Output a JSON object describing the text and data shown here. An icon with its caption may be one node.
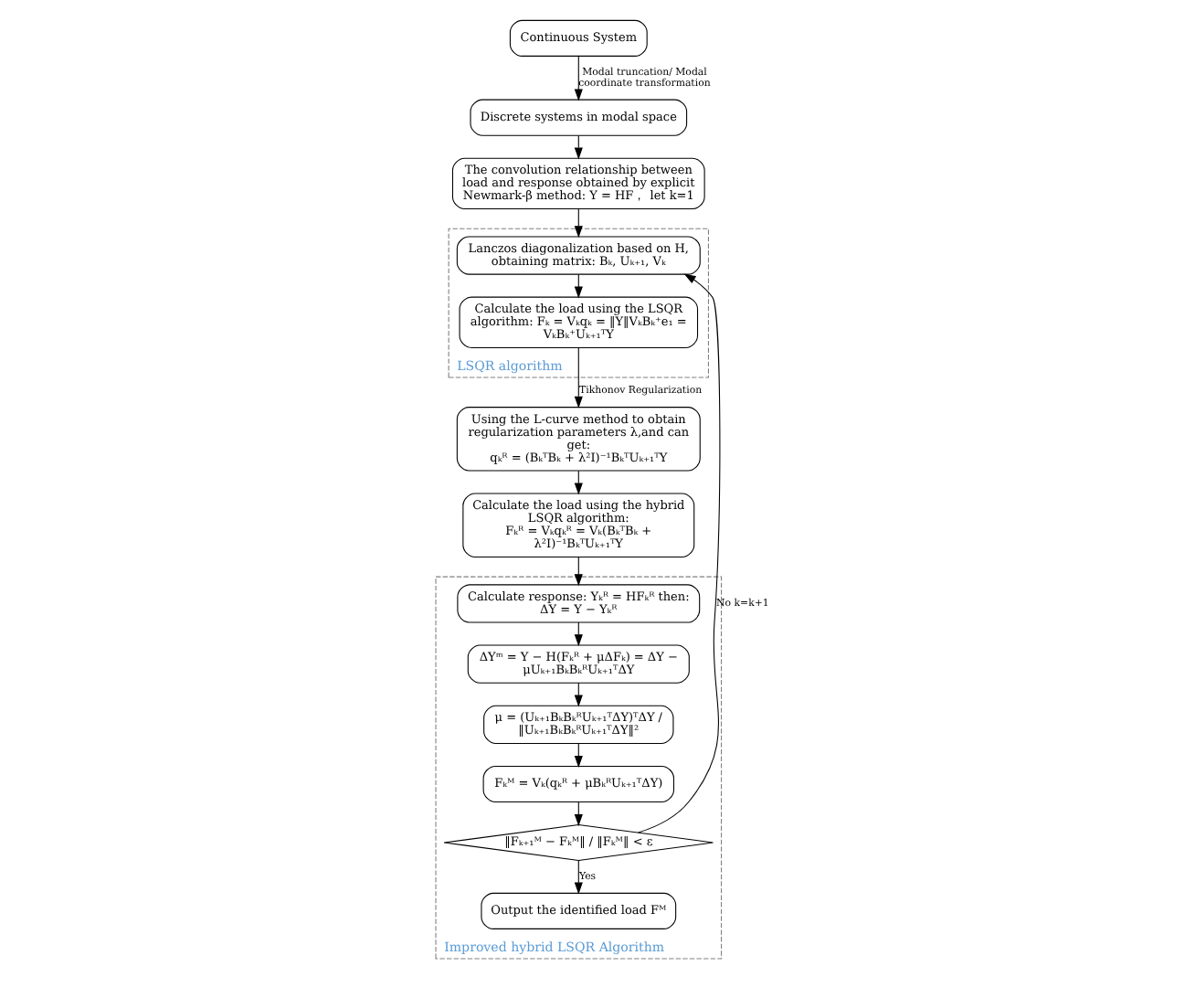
{
  "diagram": {
    "nodes": [
      {
        "text": [
          "Continuous System"
        ]
      },
      {
        "text": [
          "Discrete systems in modal space"
        ]
      },
      {
        "text": [
          "The convolution relationship between load and response obtained by explicit Newmark-β method: Y = HF， let k=1"
        ]
      },
      {
        "text": [
          "LSQR algorithm"
        ]
      },
      {
        "text": [
          "Lanczos diagonalization based on H, obtaining matrix: Bₖ, Uₖ₊₁, Vₖ"
        ],
        "in": 3
      },
      {
        "text": [
          "Calculate the load using the LSQR algorithm: Fₖ = Vₖqₖ = ‖Y‖VₖBₖ⁺e₁ = VₖBₖ⁺Uₖ₊₁ᵀY"
        ],
        "in": 3
      },
      {
        "text": [
          "Using the L-curve method to obtain regularization parameters λ,and can get:",
          "qₖᴿ = (BₖᵀBₖ + λ²I)⁻¹BₖᵀUₖ₊₁ᵀY"
        ]
      },
      {
        "text": [
          "Calculate the load using the hybrid LSQR algorithm:",
          "Fₖᴿ = Vₖqₖᴿ = Vₖ(BₖᵀBₖ + λ²I)⁻¹BₖᵀUₖ₊₁ᵀY"
        ]
      },
      {
        "text": [
          "Improved hybrid LSQR Algorithm"
        ]
      },
      {
        "text": [
          "Calculate response: Yₖᴿ = HFₖᴿ then: ΔY = Y − Yₖᴿ"
        ],
        "in": 8
      },
      {
        "text": [
          "ΔYᵐ = Y − H(Fₖᴿ + μΔFₖ) = ΔY − μUₖ₊₁BₖBₖᴿUₖ₊₁ᵀΔY"
        ],
        "in": 8
      },
      {
        "text": [
          "μ = (Uₖ₊₁BₖBₖᴿUₖ₊₁ᵀΔY)ᵀΔY / ‖Uₖ₊₁BₖBₖᴿUₖ₊₁ᵀΔY‖²"
        ],
        "in": 8
      },
      {
        "text": [
          "Fₖᴹ = Vₖ(qₖᴿ + μBₖᴿUₖ₊₁ᵀΔY)"
        ],
        "in": 8
      },
      {
        "text": [
          "‖Fₖ₊₁ᴹ − Fₖᴹ‖ / ‖Fₖᴹ‖ < ε"
        ],
        "in": 8
      },
      {
        "text": [
          "Output the identified load Fᴹ"
        ],
        "in": 8
      }
    ],
    "edges": [
      {
        "from": 0,
        "to": 1,
        "arrow": "to",
        "label": "Modal truncation/ Modal coordinate transformation"
      },
      {
        "from": 1,
        "to": 2,
        "arrow": "to"
      },
      {
        "from": 2,
        "to": 4,
        "arrow": "to"
      },
      {
        "from": 4,
        "to": 5,
        "arrow": "to"
      },
      {
        "from": 5,
        "to": 6,
        "arrow": "to",
        "label": "Tikhonov Regularization"
      },
      {
        "from": 6,
        "to": 7,
        "arrow": "to"
      },
      {
        "from": 7,
        "to": 9,
        "arrow": "to"
      },
      {
        "from": 9,
        "to": 10,
        "arrow": "to"
      },
      {
        "from": 10,
        "to": 11,
        "arrow": "to"
      },
      {
        "from": 11,
        "to": 12,
        "arrow": "to"
      },
      {
        "from": 12,
        "to": 13,
        "arrow": "to"
      },
      {
        "from": 13,
        "to": 14,
        "arrow": "to",
        "label": "Yes"
      },
      {
        "from": 13,
        "to": 4,
        "arrow": "to",
        "label": "No k=k+1"
      }
    ]
  }
}
